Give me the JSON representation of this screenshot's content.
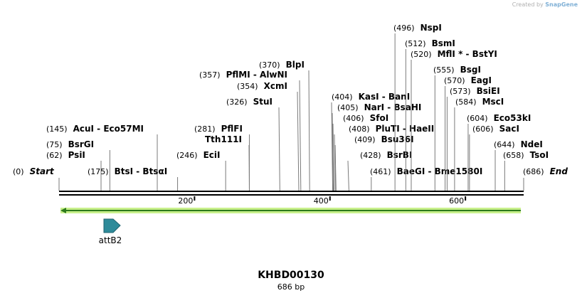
{
  "credit": {
    "prefix": "Created by",
    "brand": "SnapGene"
  },
  "sequence": {
    "name": "KHBD00130",
    "length_label": "686 bp",
    "length": 686
  },
  "ruler": {
    "ticks": [
      200,
      400,
      600
    ],
    "tick_labels": [
      "200",
      "400",
      "600"
    ]
  },
  "features": [
    {
      "name": "attB2",
      "direction": "forward",
      "color": "#2e8b9a"
    }
  ],
  "orf": {
    "direction": "reverse",
    "color": "#2d7a1c",
    "highlight": "#c8f08c"
  },
  "sites": [
    {
      "pos": "(0)",
      "name": "Start",
      "italic": true
    },
    {
      "pos": "(62)",
      "name": "PsiI"
    },
    {
      "pos": "(75)",
      "name": "BsrGI"
    },
    {
      "pos": "(145)",
      "name": "AcuI  -  Eco57MI"
    },
    {
      "pos": "(175)",
      "name": "BtsI  -  BtsαI"
    },
    {
      "pos": "(246)",
      "name": "EciI"
    },
    {
      "pos": "(281)",
      "name": "PflFI"
    },
    {
      "pos": "",
      "name": "Tth111I"
    },
    {
      "pos": "(326)",
      "name": "StuI"
    },
    {
      "pos": "(354)",
      "name": "XcmI"
    },
    {
      "pos": "(357)",
      "name": "PflMI  -  AlwNI"
    },
    {
      "pos": "(370)",
      "name": "BlpI"
    },
    {
      "pos": "(404)",
      "name": "KasI  -  BanI"
    },
    {
      "pos": "(405)",
      "name": "NarI  -  BsaHI"
    },
    {
      "pos": "(406)",
      "name": "SfoI"
    },
    {
      "pos": "(408)",
      "name": "PluTI  -  HaeII"
    },
    {
      "pos": "(409)",
      "name": "Bsu36I"
    },
    {
      "pos": "(428)",
      "name": "BsrBI"
    },
    {
      "pos": "(461)",
      "name": "BaeGI  -  Bme1580I"
    },
    {
      "pos": "(496)",
      "name": "NspI"
    },
    {
      "pos": "(512)",
      "name": "BsmI"
    },
    {
      "pos": "(520)",
      "name": "MflI *  -  BstYI"
    },
    {
      "pos": "(555)",
      "name": "BsgI"
    },
    {
      "pos": "(570)",
      "name": "EagI"
    },
    {
      "pos": "(573)",
      "name": "BsiEI"
    },
    {
      "pos": "(584)",
      "name": "MscI"
    },
    {
      "pos": "(604)",
      "name": "Eco53kI"
    },
    {
      "pos": "(606)",
      "name": "SacI"
    },
    {
      "pos": "(644)",
      "name": "NdeI"
    },
    {
      "pos": "(658)",
      "name": "TsoI"
    },
    {
      "pos": "(686)",
      "name": "End",
      "italic": true
    }
  ]
}
